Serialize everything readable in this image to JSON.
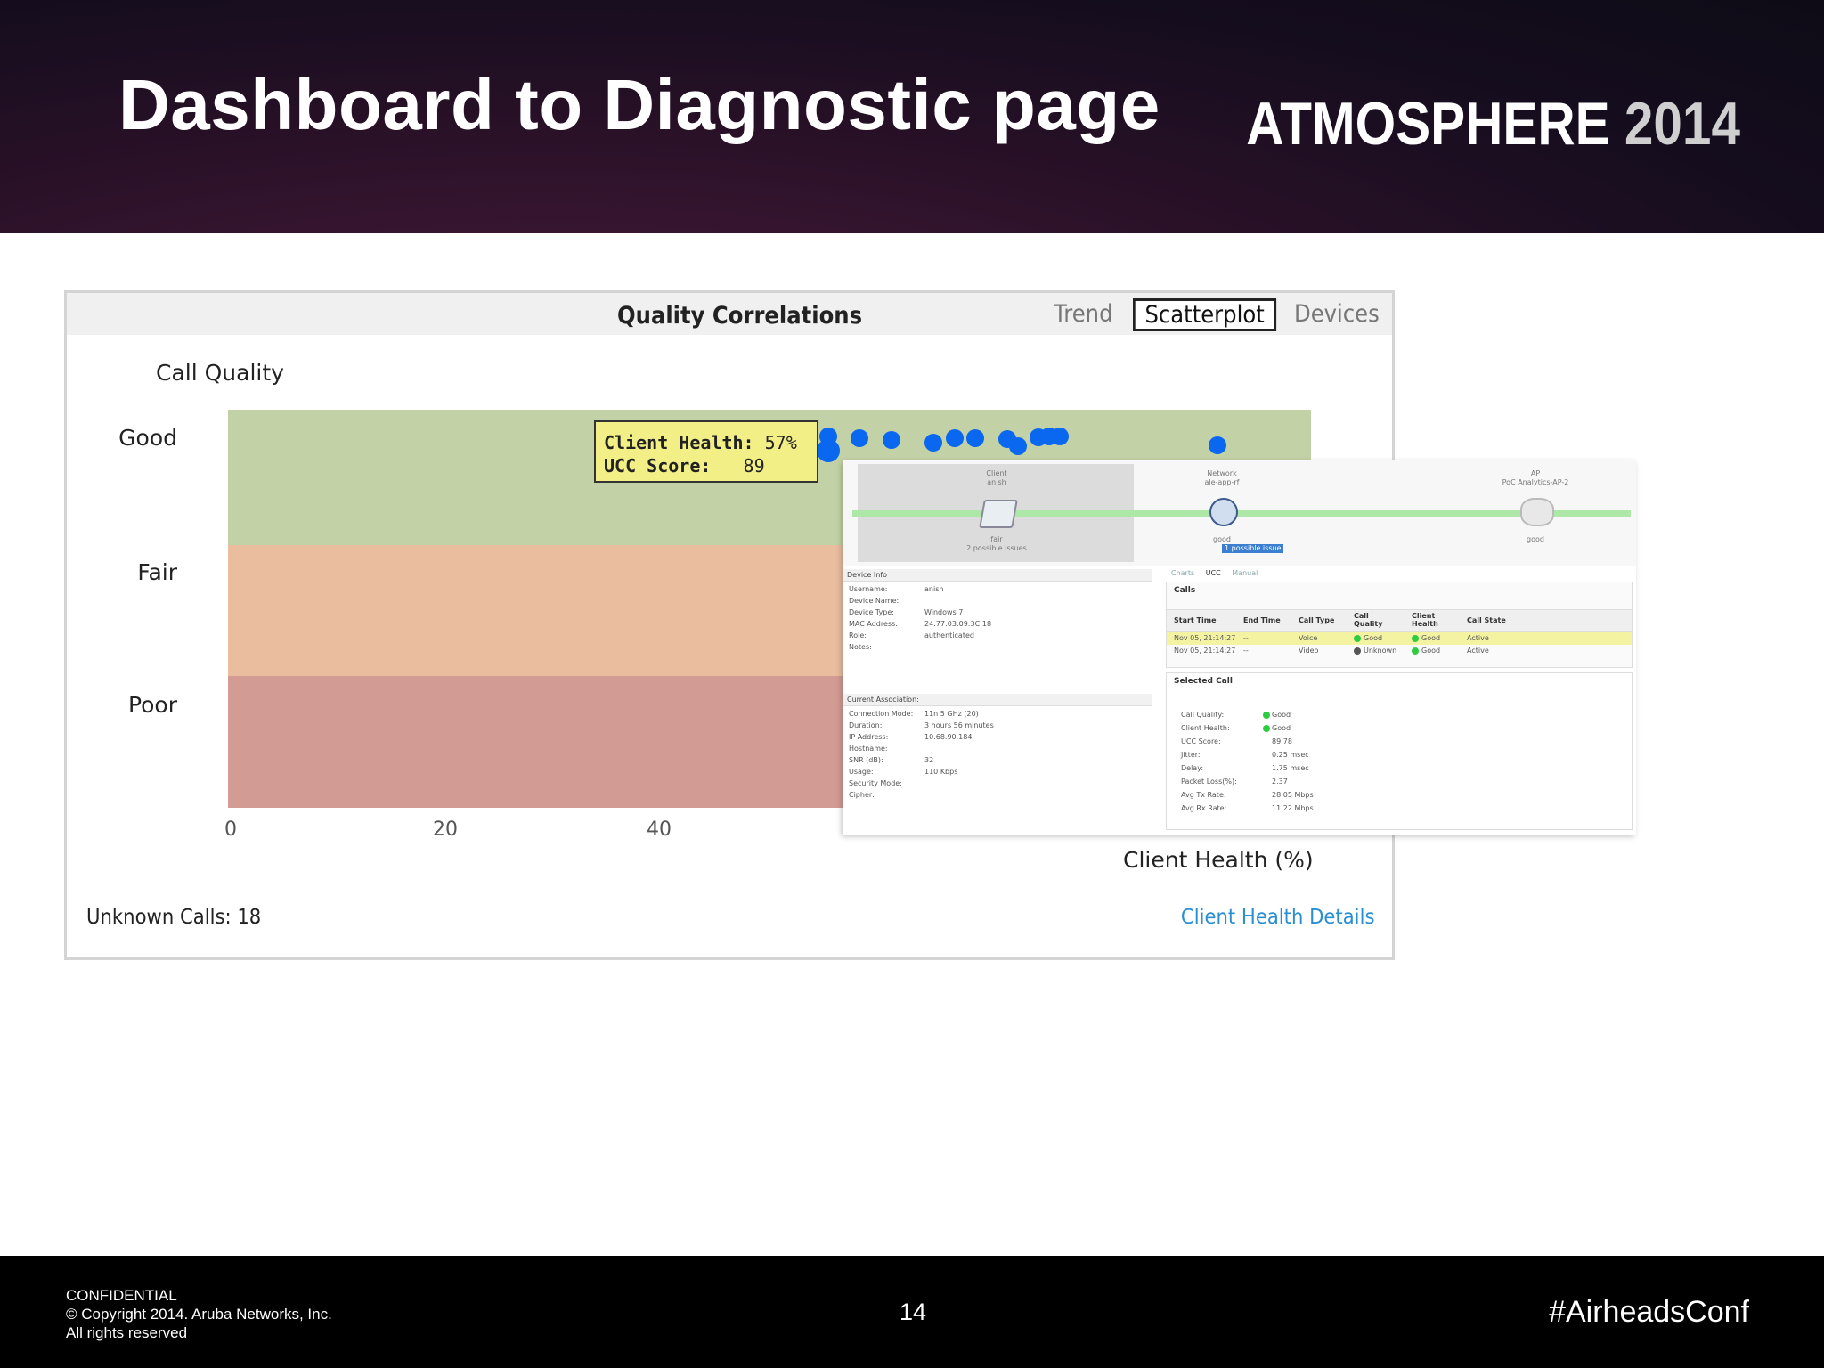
{
  "slide": {
    "title": "Dashboard to Diagnostic page",
    "brand_word": "ATMOSPHERE",
    "brand_year": "2014"
  },
  "footer": {
    "confidential": "CONFIDENTIAL",
    "copyright": "© Copyright 2014. Aruba Networks, Inc.",
    "rights": "All rights reserved",
    "page_number": "14",
    "hashtag": "#AirheadsConf"
  },
  "widget": {
    "title": "Quality Correlations",
    "tabs": [
      {
        "label": "Trend",
        "active": false
      },
      {
        "label": "Scatterplot",
        "active": true
      },
      {
        "label": "Devices",
        "active": false
      }
    ],
    "unknown_calls": "Unknown Calls: 18",
    "details_link": "Client Health Details"
  },
  "tooltip": {
    "client_health_label": "Client Health:",
    "client_health_value": "57%",
    "ucc_score_label": "UCC Score:",
    "ucc_score_value": "89"
  },
  "chart_data": {
    "type": "scatter",
    "ylabel": "Call Quality",
    "xlabel": "Client Health (%)",
    "y_categories": [
      "Good",
      "Fair",
      "Poor"
    ],
    "x_ticks_visible": [
      "0",
      "20",
      "40"
    ],
    "xlim": [
      0,
      100
    ],
    "points": [
      {
        "x": 54.5,
        "y": "Good"
      },
      {
        "x": 57,
        "y": "Good"
      },
      {
        "x": 57,
        "y": "Good"
      },
      {
        "x": 60,
        "y": "Good"
      },
      {
        "x": 63,
        "y": "Good"
      },
      {
        "x": 67,
        "y": "Good"
      },
      {
        "x": 69,
        "y": "Good"
      },
      {
        "x": 71,
        "y": "Good"
      },
      {
        "x": 74,
        "y": "Good"
      },
      {
        "x": 75,
        "y": "Good"
      },
      {
        "x": 77,
        "y": "Good"
      },
      {
        "x": 78,
        "y": "Good"
      },
      {
        "x": 79,
        "y": "Good"
      },
      {
        "x": 94,
        "y": "Good"
      }
    ],
    "colors": {
      "point": "#0a67f0",
      "good": "#c2d1a6",
      "fair": "#e9bd9e",
      "poor": "#d29b94"
    }
  },
  "diagnostic": {
    "topology": {
      "client_title": "Client",
      "client_name": "anish",
      "client_issues": "2 possible issues",
      "client_status": "fair",
      "network_title": "Network",
      "network_name": "ale-app-rf",
      "network_status": "good",
      "network_issue": "1 possible issue",
      "ap_title": "AP",
      "ap_name": "PoC Analytics-AP-2",
      "ap_status": "good"
    },
    "device_info": {
      "heading": "Device Info",
      "fields": [
        {
          "k": "Username:",
          "v": "anish"
        },
        {
          "k": "Device Name:",
          "v": ""
        },
        {
          "k": "Device Type:",
          "v": "Windows 7"
        },
        {
          "k": "MAC Address:",
          "v": "24:77:03:09:3C:18"
        },
        {
          "k": "Role:",
          "v": "authenticated"
        },
        {
          "k": "Notes:",
          "v": ""
        }
      ]
    },
    "association": {
      "heading": "Current Association:",
      "fields": [
        {
          "k": "Connection Mode:",
          "v": "11n 5 GHz (20)"
        },
        {
          "k": "Duration:",
          "v": "3 hours 56 minutes"
        },
        {
          "k": "IP Address:",
          "v": "10.68.90.184"
        },
        {
          "k": "Hostname:",
          "v": ""
        },
        {
          "k": "SNR (dB):",
          "v": "32"
        },
        {
          "k": "Usage:",
          "v": "110 Kbps"
        },
        {
          "k": "Security Mode:",
          "v": ""
        },
        {
          "k": "Cipher:",
          "v": ""
        }
      ]
    },
    "small_tabs": [
      "Charts",
      "UCC",
      "Manual"
    ],
    "calls": {
      "title": "Calls",
      "columns": [
        "Start Time",
        "End Time",
        "Call Type",
        "Call Quality",
        "Client Health",
        "Call State"
      ],
      "rows": [
        {
          "start": "Nov 05, 21:14:27",
          "end": "--",
          "type": "Voice",
          "quality": "Good",
          "health": "Good",
          "state": "Active"
        },
        {
          "start": "Nov 05, 21:14:27",
          "end": "--",
          "type": "Video",
          "quality": "Unknown",
          "health": "Good",
          "state": "Active"
        }
      ]
    },
    "selected_call": {
      "title": "Selected Call",
      "fields": [
        {
          "k": "Call Quality:",
          "v": "Good"
        },
        {
          "k": "Client Health:",
          "v": "Good"
        },
        {
          "k": "UCC Score:",
          "v": "89.78"
        },
        {
          "k": "Jitter:",
          "v": "0.25 msec"
        },
        {
          "k": "Delay:",
          "v": "1.75 msec"
        },
        {
          "k": "Packet Loss(%):",
          "v": "2.37"
        },
        {
          "k": "Avg Tx Rate:",
          "v": "28.05 Mbps"
        },
        {
          "k": "Avg Rx Rate:",
          "v": "11.22 Mbps"
        }
      ]
    }
  }
}
